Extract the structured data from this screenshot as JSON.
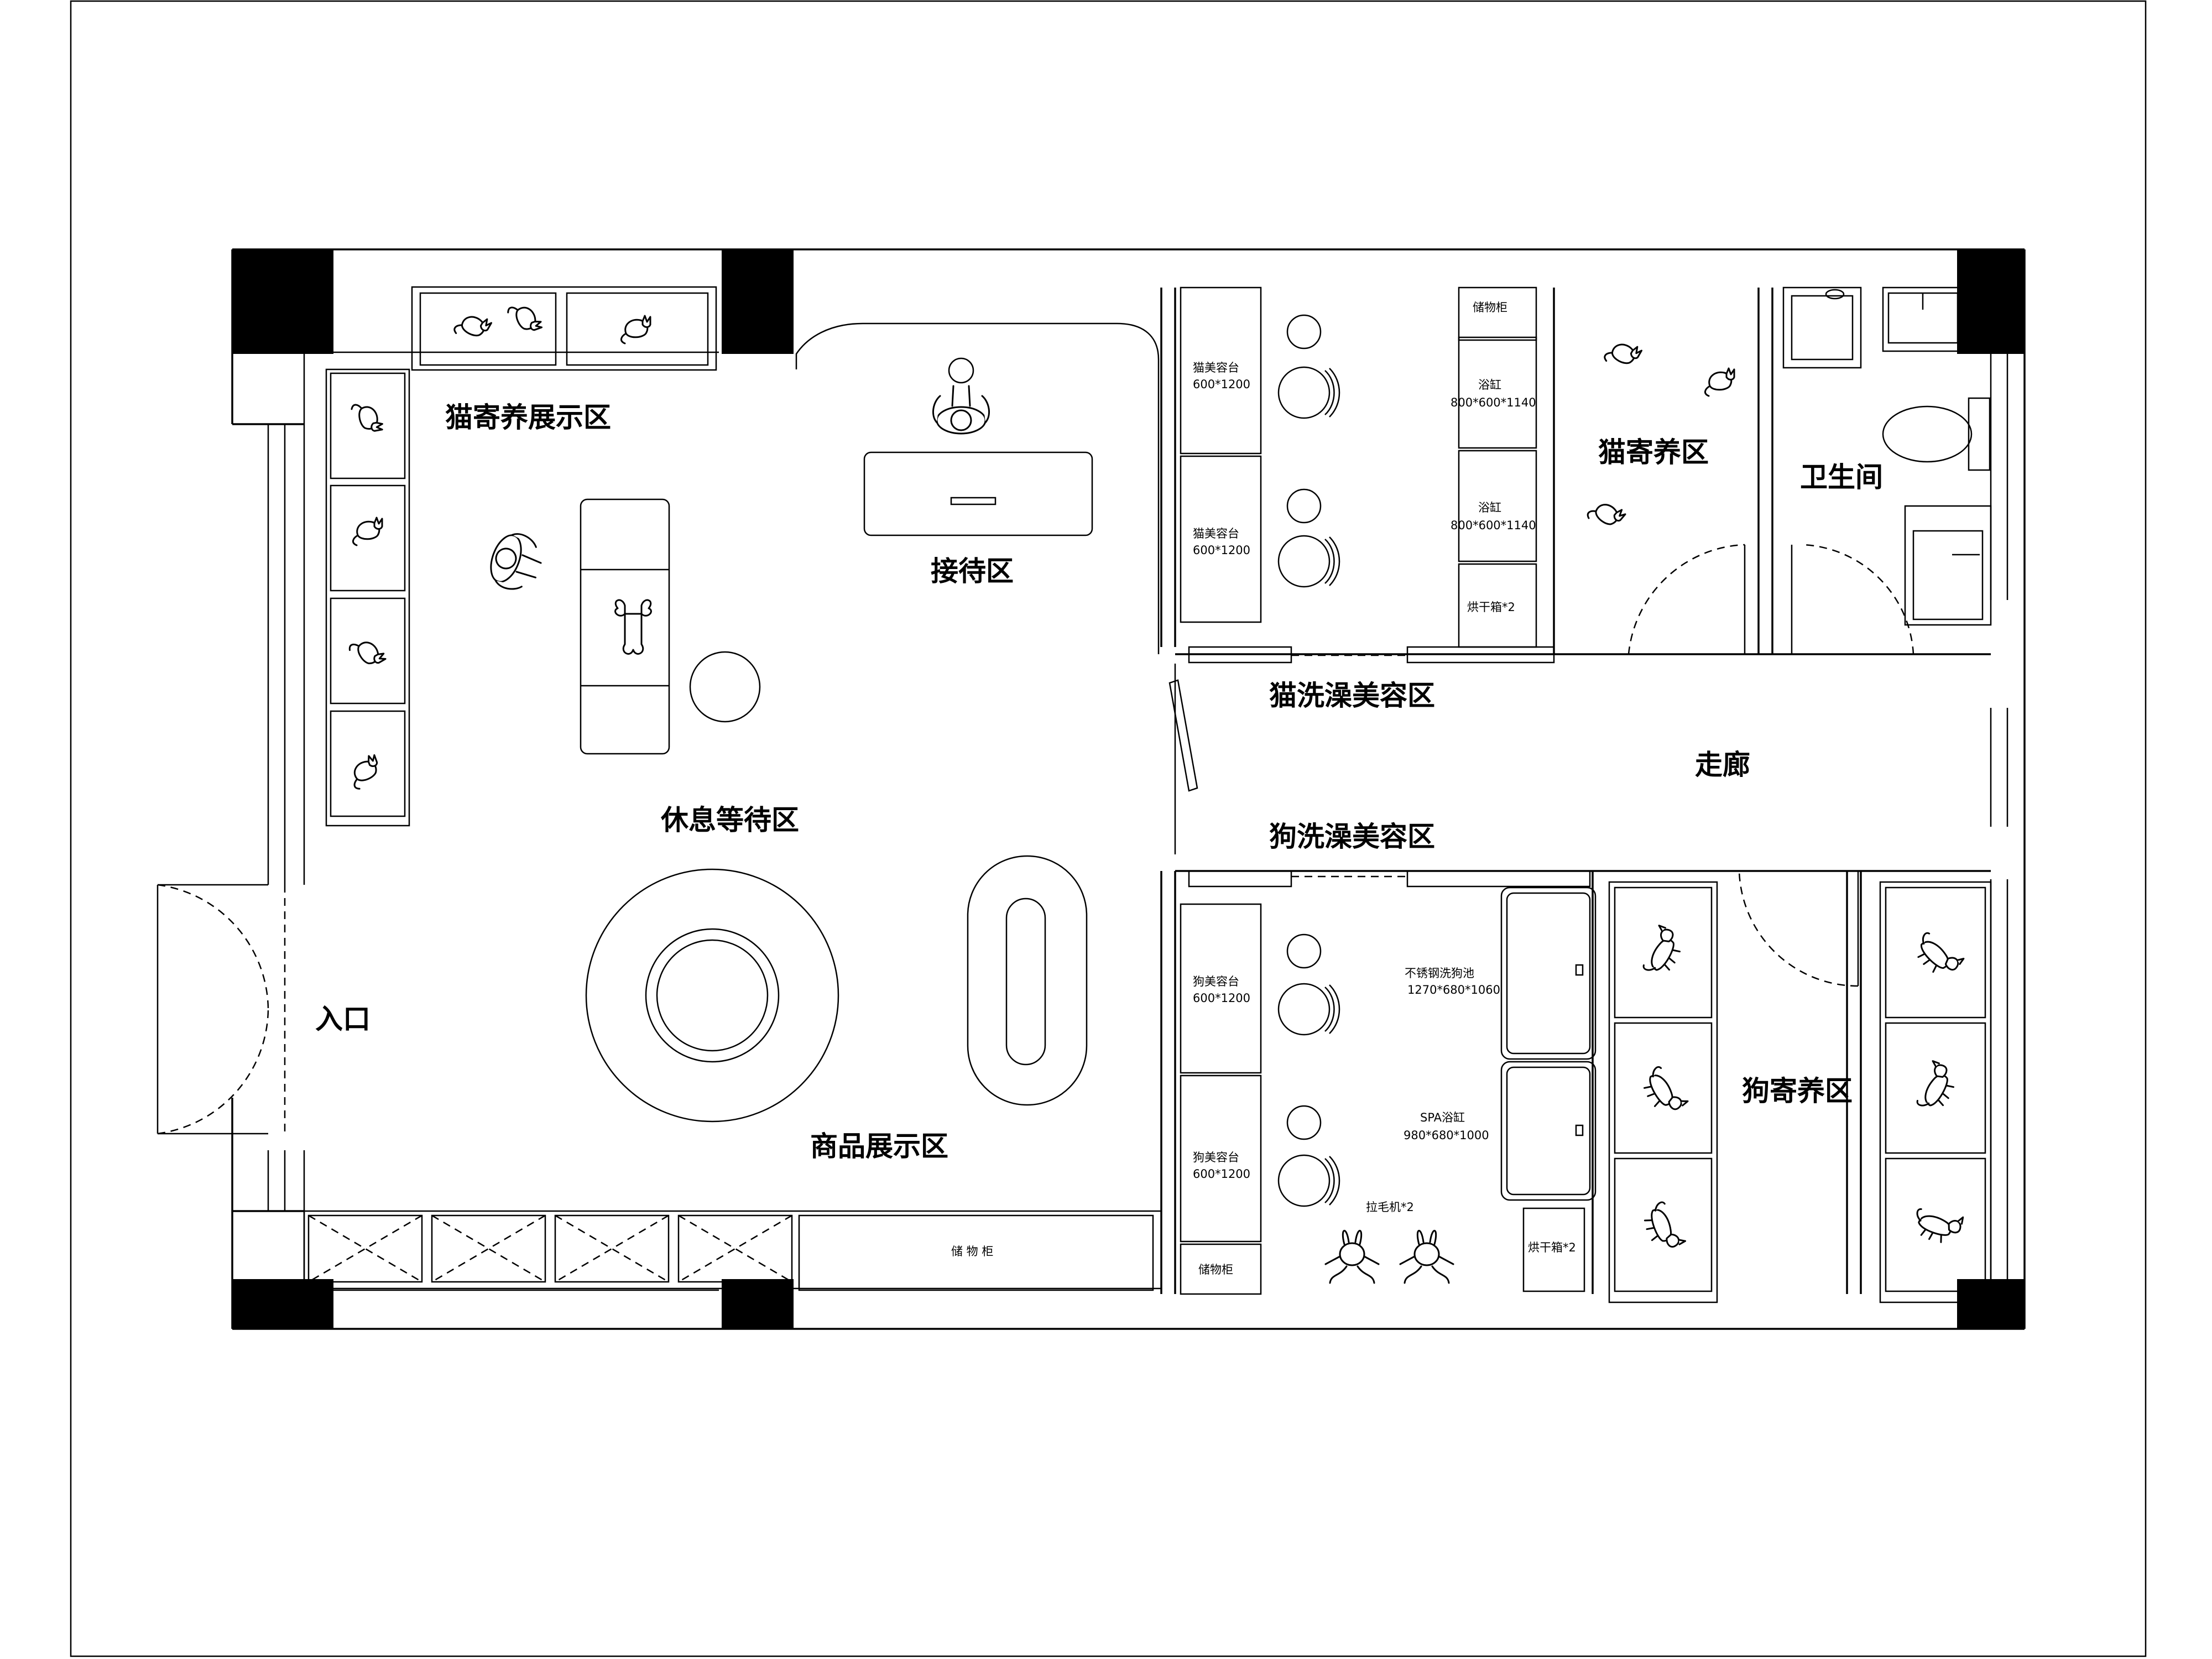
{
  "rooms": {
    "cat_display": "猫寄养展示区",
    "reception": "接待区",
    "lounge": "休息等待区",
    "entrance": "入口",
    "merch": "商品展示区",
    "cat_groom": "猫洗澡美容区",
    "dog_groom": "狗洗澡美容区",
    "corridor": "走廊",
    "cat_board": "猫寄养区",
    "toilet": "卫生间",
    "dog_board": "狗寄养区"
  },
  "fixtures": {
    "cat_table_1": [
      "猫美容台",
      "600*1200"
    ],
    "cat_table_2": [
      "猫美容台",
      "600*1200"
    ],
    "cat_storage": "储物柜",
    "tub_1": [
      "浴缸",
      "800*600*1140"
    ],
    "tub_2": [
      "浴缸",
      "800*600*1140"
    ],
    "dryer_cat": "烘干箱*2",
    "dog_table_1": [
      "狗美容台",
      "600*1200"
    ],
    "dog_table_2": [
      "狗美容台",
      "600*1200"
    ],
    "dog_storage": "储物柜",
    "steel_tub": [
      "不锈钢洗狗池",
      "1270*680*1060"
    ],
    "spa_tub": [
      "SPA浴缸",
      "980*680*1000"
    ],
    "hair_puller": "拉毛机*2",
    "dryer_dog": "烘干箱*2",
    "front_storage": "储 物 柜"
  },
  "icons": {
    "cat": "cat-icon",
    "dog": "dog-icon",
    "person": "person-icon",
    "bone": "bone-icon",
    "stool": "stool-icon",
    "chair": "chair-icon",
    "toilet": "toilet-icon",
    "sink": "sink-icon",
    "door_swing": "door-swing-icon"
  }
}
